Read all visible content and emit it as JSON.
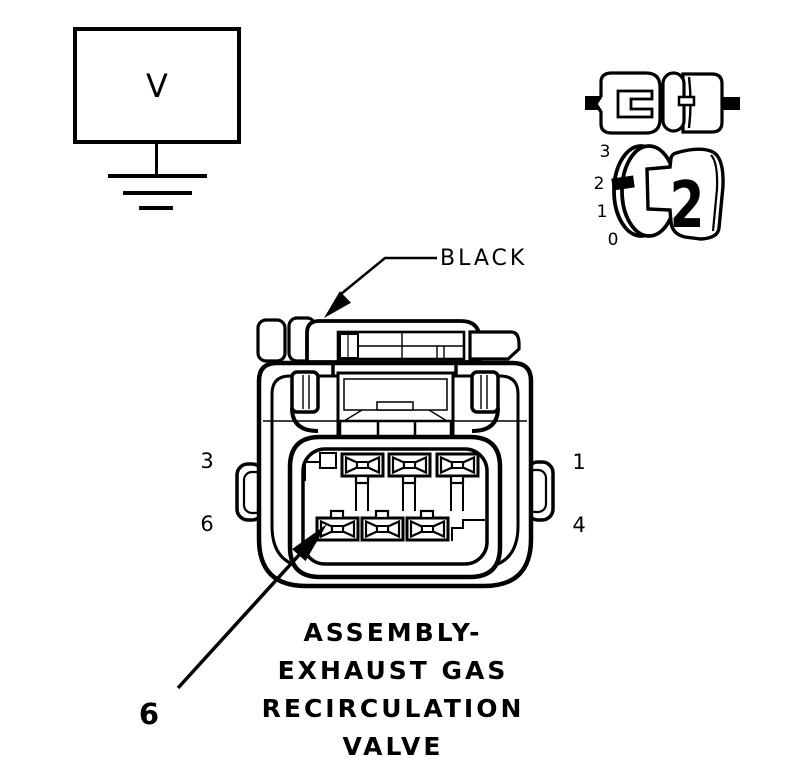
{
  "palette": {
    "ink": "#000000",
    "paper": "#ffffff"
  },
  "voltage_source": {
    "label": "V"
  },
  "cavity_detail": {
    "scale_labels": [
      "3",
      "2",
      "1",
      "0"
    ],
    "cavity_number": "2"
  },
  "connector": {
    "color_callout": "BLACK",
    "pins": {
      "top_left": "3",
      "top_right": "1",
      "bottom_left": "6",
      "bottom_right": "4"
    },
    "pin_callout": "6"
  },
  "caption": {
    "lines": [
      "ASSEMBLY-",
      "EXHAUST GAS",
      "RECIRCULATION",
      "VALVE"
    ]
  }
}
